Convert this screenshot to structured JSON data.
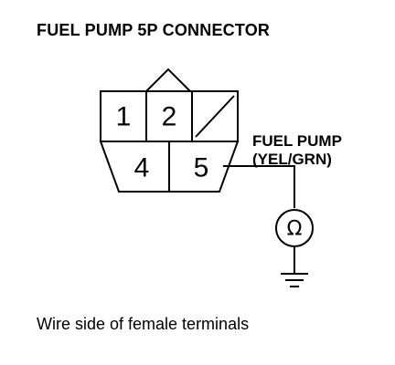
{
  "title": "FUEL PUMP 5P CONNECTOR",
  "connector": {
    "pins": [
      {
        "number": "1"
      },
      {
        "number": "2"
      },
      {
        "number": "4"
      },
      {
        "number": "5"
      }
    ],
    "empty_cavity": "3"
  },
  "fuel_pump_label": {
    "line1": "FUEL PUMP",
    "line2": "(YEL/GRN)"
  },
  "meter": {
    "symbol": "Ω",
    "icon": "ohmmeter-icon"
  },
  "ground": {
    "icon": "ground-icon"
  },
  "caption": "Wire side of female terminals"
}
